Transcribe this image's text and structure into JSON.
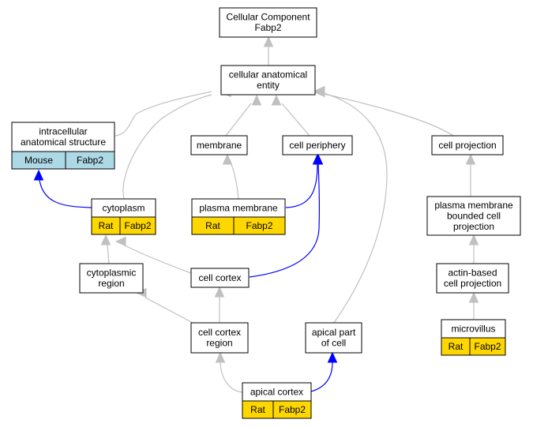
{
  "colors": {
    "edge_default": "#c0c0c0",
    "edge_highlight": "#0000ff",
    "node_border": "#000000",
    "node_fill": "#ffffff",
    "mouse_fill": "#add8e6",
    "rat_fill": "#ffd700"
  },
  "nodes": {
    "cellular_component": {
      "lines": [
        "Cellular Component",
        "Fabp2"
      ]
    },
    "cellular_anatomical_entity": {
      "lines": [
        "cellular anatomical",
        "entity"
      ]
    },
    "intracellular_anatomical_structure": {
      "lines": [
        "intracellular",
        "anatomical structure"
      ],
      "species": "Mouse",
      "gene": "Fabp2"
    },
    "membrane": {
      "lines": [
        "membrane"
      ]
    },
    "cell_periphery": {
      "lines": [
        "cell periphery"
      ]
    },
    "cell_projection": {
      "lines": [
        "cell projection"
      ]
    },
    "cytoplasm": {
      "lines": [
        "cytoplasm"
      ],
      "species": "Rat",
      "gene": "Fabp2"
    },
    "plasma_membrane": {
      "lines": [
        "plasma membrane"
      ],
      "species": "Rat",
      "gene": "Fabp2"
    },
    "plasma_membrane_bounded_cell_projection": {
      "lines": [
        "plasma membrane",
        "bounded cell",
        "projection"
      ]
    },
    "cytoplasmic_region": {
      "lines": [
        "cytoplasmic",
        "region"
      ]
    },
    "cell_cortex": {
      "lines": [
        "cell cortex"
      ]
    },
    "actin_based_cell_projection": {
      "lines": [
        "actin-based",
        "cell projection"
      ]
    },
    "cell_cortex_region": {
      "lines": [
        "cell cortex",
        "region"
      ]
    },
    "apical_part_of_cell": {
      "lines": [
        "apical part",
        "of cell"
      ]
    },
    "microvillus": {
      "lines": [
        "microvillus"
      ],
      "species": "Rat",
      "gene": "Fabp2"
    },
    "apical_cortex": {
      "lines": [
        "apical cortex"
      ],
      "species": "Rat",
      "gene": "Fabp2"
    }
  },
  "edges": [
    {
      "from": "cellular_anatomical_entity",
      "to": "cellular_component",
      "highlight": false
    },
    {
      "from": "intracellular_anatomical_structure",
      "to": "cellular_anatomical_entity",
      "highlight": false
    },
    {
      "from": "membrane",
      "to": "cellular_anatomical_entity",
      "highlight": false
    },
    {
      "from": "cell_periphery",
      "to": "cellular_anatomical_entity",
      "highlight": false
    },
    {
      "from": "cell_projection",
      "to": "cellular_anatomical_entity",
      "highlight": false
    },
    {
      "from": "cytoplasm",
      "to": "cellular_anatomical_entity",
      "highlight": false
    },
    {
      "from": "apical_part_of_cell",
      "to": "cellular_anatomical_entity",
      "highlight": false
    },
    {
      "from": "cytoplasm",
      "to": "intracellular_anatomical_structure",
      "highlight": true
    },
    {
      "from": "plasma_membrane",
      "to": "membrane",
      "highlight": false
    },
    {
      "from": "plasma_membrane",
      "to": "cell_periphery",
      "highlight": true
    },
    {
      "from": "cell_cortex",
      "to": "cell_periphery",
      "highlight": true
    },
    {
      "from": "plasma_membrane_bounded_cell_projection",
      "to": "cell_projection",
      "highlight": false
    },
    {
      "from": "cytoplasmic_region",
      "to": "cytoplasm",
      "highlight": false
    },
    {
      "from": "cell_cortex",
      "to": "cytoplasm",
      "highlight": false
    },
    {
      "from": "actin_based_cell_projection",
      "to": "plasma_membrane_bounded_cell_projection",
      "highlight": false
    },
    {
      "from": "cell_cortex_region",
      "to": "cytoplasmic_region",
      "highlight": false
    },
    {
      "from": "cell_cortex_region",
      "to": "cell_cortex",
      "highlight": false
    },
    {
      "from": "microvillus",
      "to": "actin_based_cell_projection",
      "highlight": false
    },
    {
      "from": "apical_cortex",
      "to": "cell_cortex_region",
      "highlight": false
    },
    {
      "from": "apical_cortex",
      "to": "apical_part_of_cell",
      "highlight": true
    }
  ]
}
